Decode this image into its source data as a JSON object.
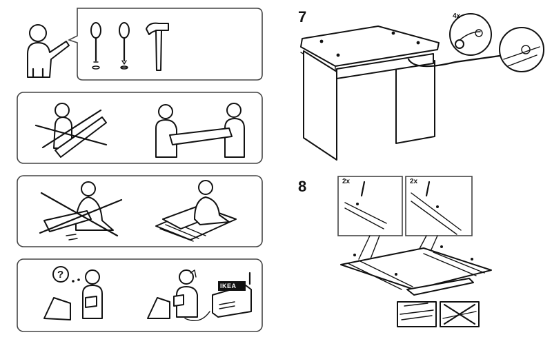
{
  "steps": {
    "step7": {
      "number": "7",
      "multiplier": "4x"
    },
    "step8": {
      "number": "8",
      "detail_left_multiplier": "2x",
      "detail_right_multiplier": "2x"
    }
  },
  "help_panel": {
    "question_mark": "?",
    "store_sign": "IKEA"
  },
  "colors": {
    "line": "#111111",
    "panel_border": "#444444",
    "background": "#ffffff"
  }
}
